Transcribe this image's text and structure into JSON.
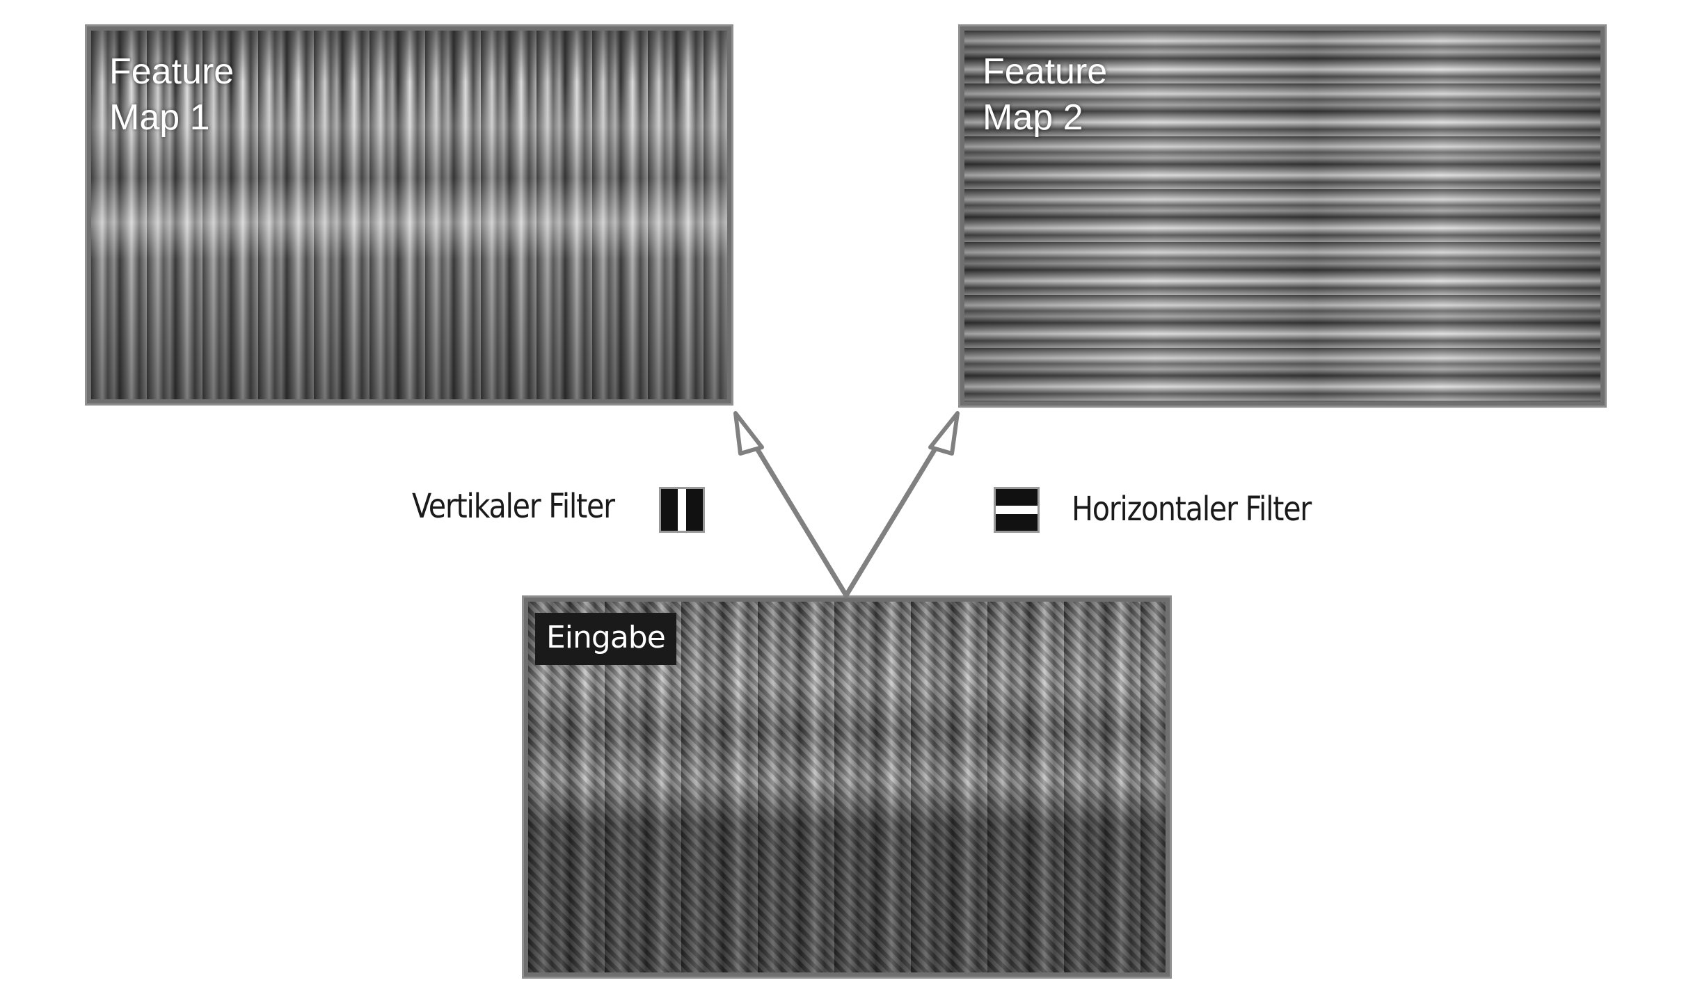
{
  "feature_map_1": {
    "label_line1": "Feature",
    "label_line2": "Map 1"
  },
  "feature_map_2": {
    "label_line1": "Feature",
    "label_line2": "Map 2"
  },
  "input": {
    "label": "Eingabe"
  },
  "vertical_filter": {
    "label": "Vertikaler Filter",
    "icon": "vertical-filter-icon"
  },
  "horizontal_filter": {
    "label": "Horizontaler Filter",
    "icon": "horizontal-filter-icon"
  },
  "colors": {
    "arrow": "#808080",
    "border": "#8f8f8f",
    "text": "#1a1a1a"
  }
}
